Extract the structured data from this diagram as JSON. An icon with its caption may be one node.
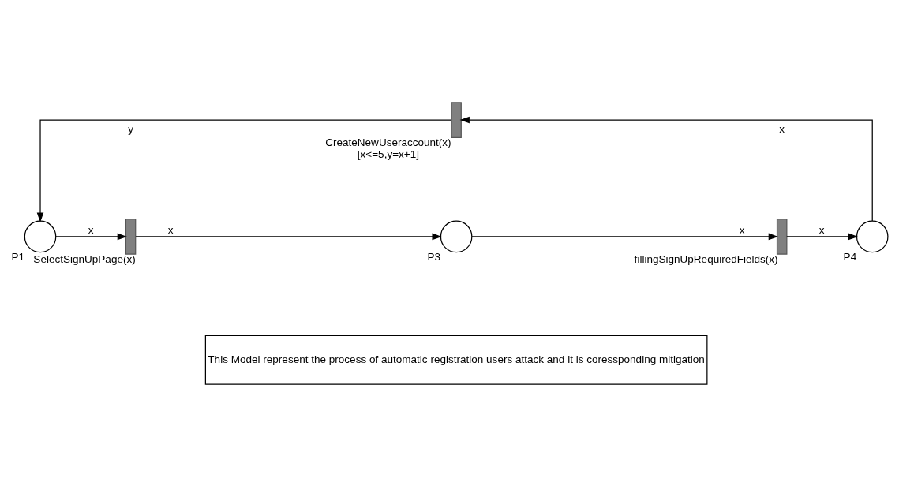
{
  "diagram": {
    "nodes": [
      {
        "text": [],
        "shape": "bar",
        "beside": [
          "CreateNewUseraccount(x)",
          "[x<=5,y=x+1]"
        ]
      },
      {
        "text": [],
        "shape": "circle",
        "beside": [
          "P1"
        ]
      },
      {
        "text": [],
        "shape": "bar",
        "beside": [
          "SelectSignUpPage(x)"
        ]
      },
      {
        "text": [],
        "shape": "circle",
        "beside": [
          "P3"
        ]
      },
      {
        "text": [],
        "shape": "bar",
        "beside": [
          "fillingSignUpRequiredFields(x)"
        ]
      },
      {
        "text": [],
        "shape": "circle",
        "beside": [
          "P4"
        ]
      },
      {
        "text": [
          "This Model represent the process of automatic registration users attack and it is coressponding mitigation"
        ]
      }
    ],
    "edges": [
      {
        "from": 1,
        "to": 2,
        "arrow": "to",
        "label": "x"
      },
      {
        "from": 2,
        "to": 3,
        "arrow": "to",
        "label": "x"
      },
      {
        "from": 3,
        "to": 4,
        "arrow": "to",
        "label": "x"
      },
      {
        "from": 4,
        "to": 5,
        "arrow": "to",
        "label": "x"
      },
      {
        "from": 5,
        "to": 0,
        "arrow": "to",
        "label": "x"
      },
      {
        "from": 0,
        "to": 1,
        "arrow": "to",
        "label": "y"
      }
    ]
  }
}
